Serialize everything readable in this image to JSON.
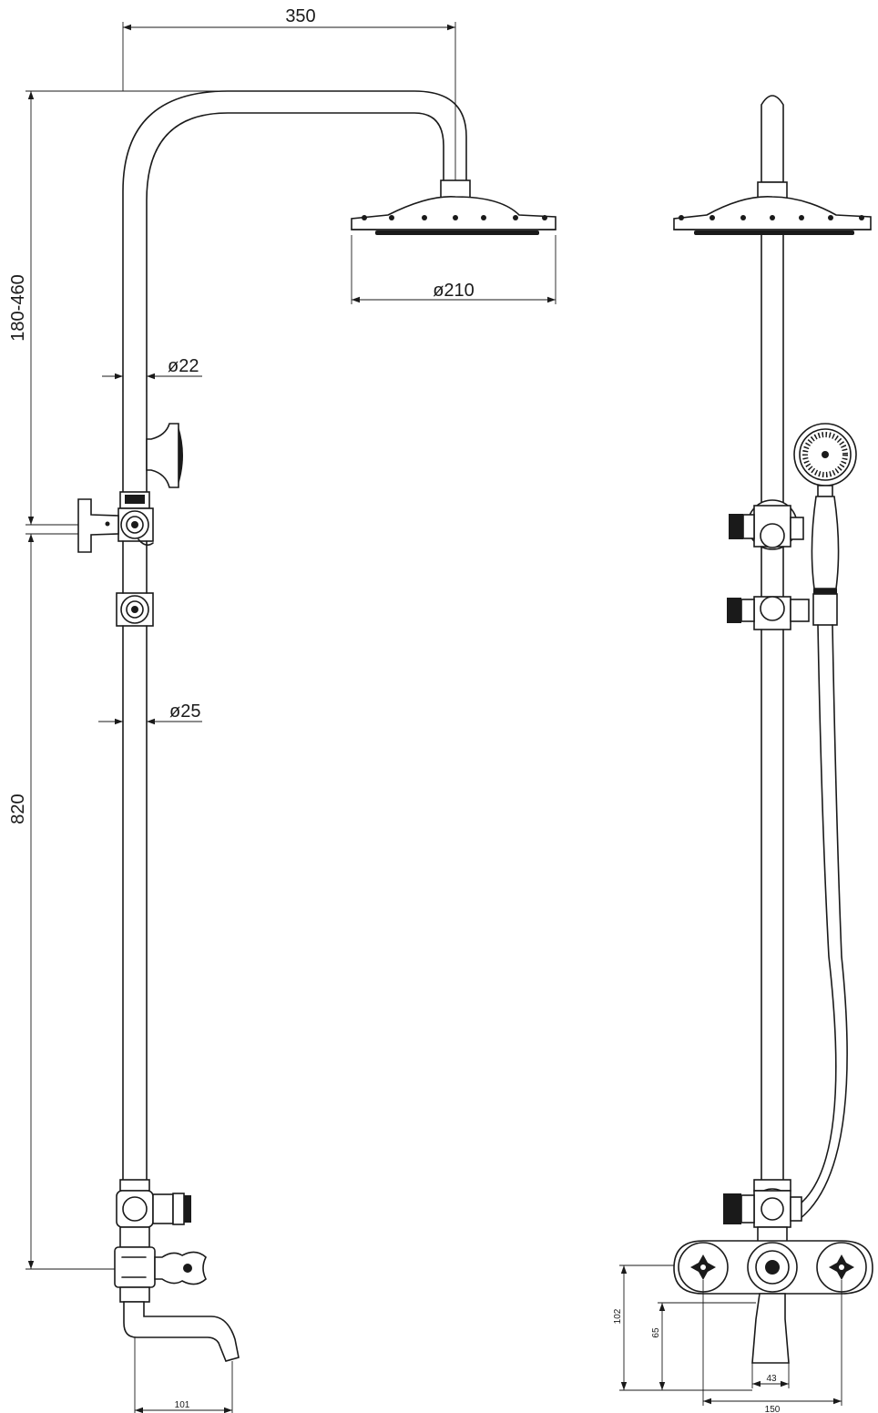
{
  "dimensions": {
    "arm_reach": "350",
    "height_adjust": "180-460",
    "upper_pipe_dia": "ø22",
    "shower_head_dia": "ø210",
    "lower_pipe_dia": "ø25",
    "height_to_mixer": "820",
    "spout_length": "101",
    "mixer_height": "102",
    "spout_drop": "65",
    "spout_width": "43",
    "mixer_width": "150"
  }
}
